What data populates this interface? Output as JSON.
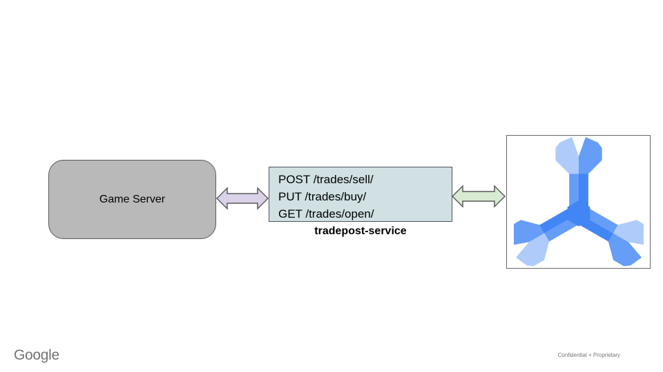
{
  "slide": {
    "background": "#ffffff",
    "footer": {
      "brand": "Google",
      "note": "Confidential + Proprietary"
    }
  },
  "diagram": {
    "game_server": {
      "label": "Game Server",
      "fill": "#b9b9b9",
      "border": "#595959"
    },
    "service": {
      "endpoints": [
        "POST /trades/sell/",
        "PUT /trades/buy/",
        "GET /trades/open/"
      ],
      "caption": "tradepost-service",
      "fill": "#d0e0e3",
      "border": "#49535a"
    },
    "arrow_left": {
      "direction": "bidirectional",
      "fill": "#d9d2e9",
      "stroke": "#595959"
    },
    "arrow_right": {
      "direction": "bidirectional",
      "fill": "#d9ead3",
      "stroke": "#595959"
    },
    "spanner": {
      "icon": "cloud-spanner-icon",
      "light": "#aecbfa",
      "medium": "#669df6",
      "dark": "#4285f4",
      "card_border": "#666666"
    }
  }
}
